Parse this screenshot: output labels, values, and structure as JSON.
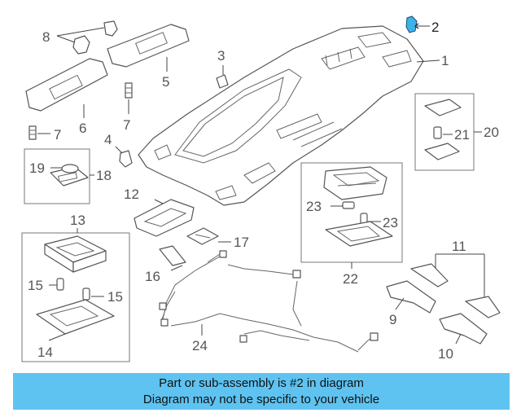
{
  "callouts": {
    "c1": "1",
    "c2": "2",
    "c3": "3",
    "c4": "4",
    "c5": "5",
    "c6": "6",
    "c7a": "7",
    "c7b": "7",
    "c8": "8",
    "c9": "9",
    "c10": "10",
    "c11": "11",
    "c12": "12",
    "c13": "13",
    "c14": "14",
    "c15a": "15",
    "c15b": "15",
    "c16": "16",
    "c17": "17",
    "c18": "18",
    "c19": "19",
    "c20": "20",
    "c21": "21",
    "c22": "22",
    "c23a": "23",
    "c23b": "23",
    "c24": "24"
  },
  "highlight_part": "2",
  "colors": {
    "banner_bg": "#5ec3f1",
    "highlight": "#3db2e8",
    "line": "#555555"
  },
  "banner": {
    "line1": "Part or sub-assembly is #2 in diagram",
    "line2": "Diagram may not be specific to your vehicle"
  }
}
